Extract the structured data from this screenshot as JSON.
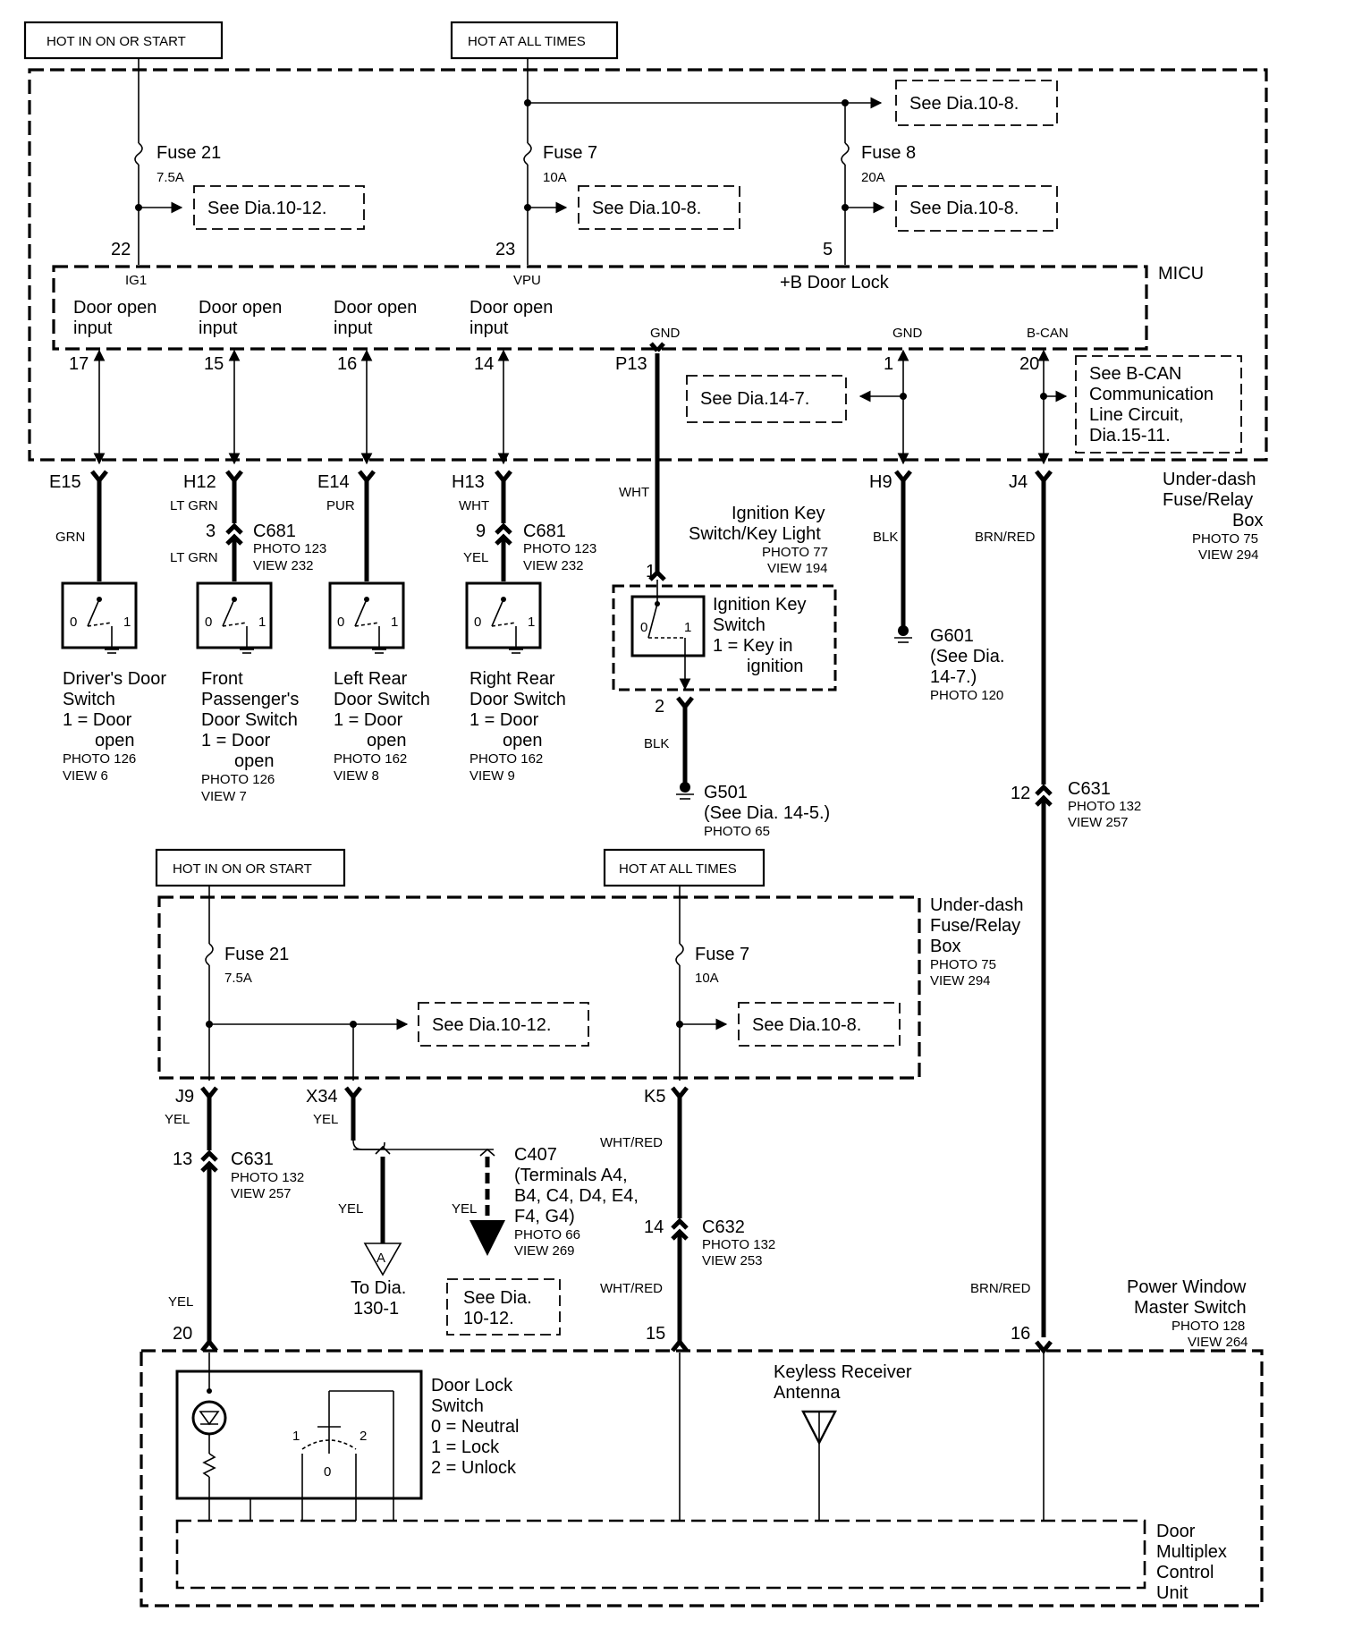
{
  "top_labels": {
    "hot_run": "HOT IN ON OR START",
    "hot_always": "HOT AT ALL TIMES"
  },
  "micu": {
    "name": "MICU",
    "fuse21": {
      "name": "Fuse 21",
      "rating": "7.5A",
      "ref": "See Dia.10-12.",
      "pin": "22",
      "label": "IG1"
    },
    "fuse7": {
      "name": "Fuse 7",
      "rating": "10A",
      "ref": "See Dia.10-8.",
      "pin": "23",
      "label": "VPU"
    },
    "fuse8": {
      "name": "Fuse 8",
      "rating": "20A",
      "ref": "See Dia.10-8.",
      "pin": "5",
      "label": "+B Door Lock",
      "ref_top": "See Dia.10-8."
    },
    "door_inputs": [
      {
        "l1": "Door open",
        "l2": "input",
        "pin": "17",
        "conn": "E15"
      },
      {
        "l1": "Door open",
        "l2": "input",
        "pin": "15",
        "conn": "H12"
      },
      {
        "l1": "Door open",
        "l2": "input",
        "pin": "16",
        "conn": "E14"
      },
      {
        "l1": "Door open",
        "l2": "input",
        "pin": "14",
        "conn": "H13"
      }
    ],
    "gnd1": {
      "label": "GND",
      "pin": "P13"
    },
    "gnd2": {
      "label": "GND",
      "pin": "1",
      "conn": "H9"
    },
    "bcan": {
      "label": "B-CAN",
      "pin": "20",
      "conn": "J4"
    },
    "ref_14_7": "See Dia.14-7.",
    "bcan_ref": [
      "See B-CAN",
      "Communication",
      "Line Circuit,",
      "Dia.15-11."
    ],
    "underdash": {
      "l1": "Under-dash",
      "l2": "Fuse/Relay",
      "l3": "Box",
      "photo": "PHOTO 75",
      "view": "VIEW 294"
    }
  },
  "wires": {
    "grn": "GRN",
    "lt_grn": "LT GRN",
    "lt_grn2": "LT GRN",
    "pur": "PUR",
    "wht": "WHT",
    "yel": "YEL",
    "wht_ign": "WHT",
    "blk_h9": "BLK",
    "brn_red": "BRN/RED",
    "blk_g501": "BLK"
  },
  "c681a": {
    "pin": "3",
    "name": "C681",
    "photo": "PHOTO 123",
    "view": "VIEW 232"
  },
  "c681b": {
    "pin": "9",
    "name": "C681",
    "photo": "PHOTO 123",
    "view": "VIEW 232"
  },
  "switches": [
    {
      "lines": [
        "Driver's Door",
        "Switch",
        "1 = Door",
        "open"
      ],
      "photo": "PHOTO 126",
      "view": "VIEW 6"
    },
    {
      "lines": [
        "Front",
        "Passenger's",
        "Door Switch",
        "1 = Door",
        "open"
      ],
      "photo": "PHOTO 126",
      "view": "VIEW 7"
    },
    {
      "lines": [
        "Left Rear",
        "Door Switch",
        "1 = Door",
        "open"
      ],
      "photo": "PHOTO 162",
      "view": "VIEW 8"
    },
    {
      "lines": [
        "Right Rear",
        "Door Switch",
        "1 = Door",
        "open"
      ],
      "photo": "PHOTO 162",
      "view": "VIEW 9"
    }
  ],
  "ignition": {
    "title1": "Ignition Key",
    "title2": "Switch/Key Light",
    "photo": "PHOTO 77",
    "view": "VIEW 194",
    "pin_top": "1",
    "pin_bot": "2",
    "sw1": "Ignition Key",
    "sw2": "Switch",
    "sw3": "1 = Key in",
    "sw4": "ignition"
  },
  "g501": {
    "name": "G501",
    "ref": "(See Dia.   14-5.)",
    "photo": "PHOTO 65"
  },
  "g601": {
    "name": "G601",
    "ref1": "(See Dia.",
    "ref2": "14-7.)",
    "photo": "PHOTO 120"
  },
  "c631_right": {
    "pin": "12",
    "name": "C631",
    "photo": "PHOTO 132",
    "view": "VIEW 257"
  },
  "lower": {
    "hot_run": "HOT IN ON OR START",
    "hot_always": "HOT AT ALL TIMES",
    "box": {
      "l1": "Under-dash",
      "l2": "Fuse/Relay",
      "l3": "Box",
      "photo": "PHOTO 75",
      "view": "VIEW 294"
    },
    "fuse21": {
      "name": "Fuse 21",
      "rating": "7.5A",
      "ref": "See Dia.10-12."
    },
    "fuse7": {
      "name": "Fuse 7",
      "rating": "10A",
      "ref": "See Dia.10-8."
    },
    "j9": "J9",
    "x34": "X34",
    "k5": "K5",
    "yel1": "YEL",
    "yel2": "YEL",
    "yel3": "YEL",
    "yel4": "YEL",
    "yel5": "YEL",
    "wht_red1": "WHT/RED",
    "wht_red2": "WHT/RED",
    "brn_red": "BRN/RED",
    "c631": {
      "pin": "13",
      "name": "C631",
      "photo": "PHOTO 132",
      "view": "VIEW 257"
    },
    "c407": {
      "l1": "C407",
      "l2": "(Terminals A4,",
      "l3": "B4, C4, D4, E4,",
      "l4": "F4, G4)",
      "photo": "PHOTO 66",
      "view": "VIEW 269"
    },
    "c632": {
      "pin": "14",
      "name": "C632",
      "photo": "PHOTO 132",
      "view": "VIEW 253"
    },
    "to_dia": {
      "letter": "A",
      "l1": "To Dia.",
      "l2": "130-1"
    },
    "see_dia": {
      "l1": "See Dia.",
      "l2": "10-12."
    },
    "pins": {
      "p20": "20",
      "p15": "15",
      "p16": "16"
    },
    "pwms": {
      "l1": "Power Window",
      "l2": "Master Switch",
      "photo": "PHOTO 128",
      "view": "VIEW 264"
    },
    "dls": {
      "l1": "Door Lock",
      "l2": "Switch",
      "l3": "0 = Neutral",
      "l4": "1 = Lock",
      "l5": "2 = Unlock",
      "n1": "1",
      "n2": "2",
      "n0": "0"
    },
    "antenna": {
      "l1": "Keyless Receiver",
      "l2": "Antenna"
    },
    "dmcu": {
      "l1": "Door",
      "l2": "Multiplex",
      "l3": "Control",
      "l4": "Unit"
    }
  }
}
